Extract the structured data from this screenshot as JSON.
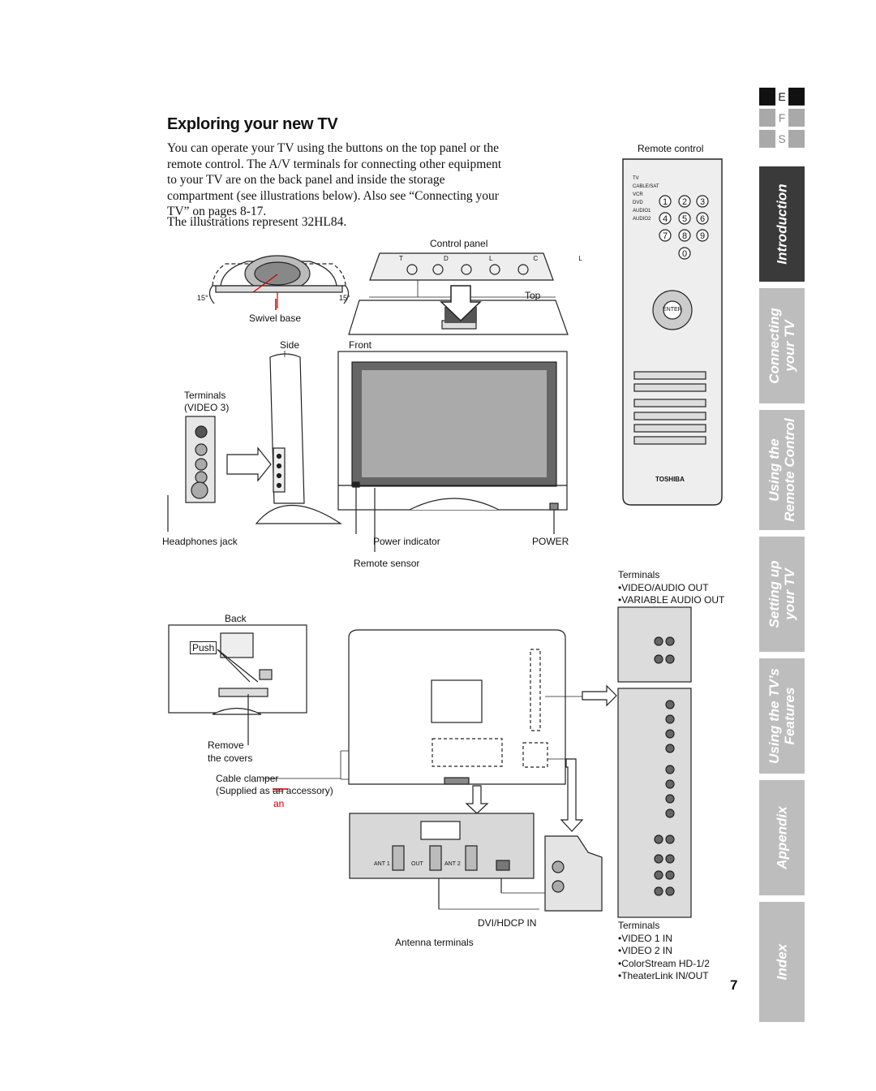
{
  "page": {
    "title": "Exploring your new TV",
    "intro": "You can operate your TV using the buttons on the top panel or the remote control. The A/V terminals for connecting other equipment to your TV are on the back panel and inside the storage compartment (see illustrations below). Also see “Connecting your TV” on pages 8-17.",
    "represent": "The illustrations represent 32HL84.",
    "page_number": "7"
  },
  "lang_tabs": [
    {
      "letter": "E",
      "active": true
    },
    {
      "letter": "F",
      "active": false
    },
    {
      "letter": "S",
      "active": false
    }
  ],
  "side_tabs": [
    {
      "line1": "Introduction",
      "line2": "",
      "active": true
    },
    {
      "line1": "Connecting",
      "line2": "your TV",
      "active": false
    },
    {
      "line1": "Using the",
      "line2": "Remote Control",
      "active": false
    },
    {
      "line1": "Setting up",
      "line2": "your TV",
      "active": false
    },
    {
      "line1": "Using the TV’s",
      "line2": "Features",
      "active": false
    },
    {
      "line1": "Appendix",
      "line2": "",
      "active": false
    },
    {
      "line1": "Index",
      "line2": "",
      "active": false
    }
  ],
  "labels": {
    "control_panel": "Control panel",
    "control_panel_keys": "T D L C L",
    "top": "Top",
    "swivel_base": "Swivel base",
    "angle": "15°",
    "side": "Side",
    "front": "Front",
    "terminals_video3_1": "Terminals",
    "terminals_video3_2": "(VIDEO 3)",
    "headphones_jack": "Headphones jack",
    "power_indicator": "Power indicator",
    "power": "POWER",
    "remote_sensor": "Remote sensor",
    "remote_control": "Remote control",
    "back": "Back",
    "push": "Push",
    "remove_1": "Remove",
    "remove_2": "the covers",
    "cable_clamper": "Cable clamper",
    "supplied_pre": "(Supplied as",
    "supplied_strike": "an",
    "supplied_post": "accessory)",
    "supplied_fix": "an",
    "dvi_hdcp_in": "DVI/HDCP IN",
    "antenna_terminals": "Antenna terminals",
    "terminals_top": "Terminals",
    "terminals_bottom": "Terminals",
    "toshiba": "TOSHIBA",
    "enter": "ENTER",
    "ant1": "ANT 1",
    "ant2": "ANT 2",
    "out": "OUT"
  },
  "terminals_top_items": [
    "VIDEO/AUDIO OUT",
    "VARIABLE AUDIO OUT"
  ],
  "terminals_bottom_items": [
    "VIDEO 1 IN",
    "VIDEO 2 IN",
    "ColorStream HD-1/2",
    "TheaterLink IN/OUT"
  ],
  "remote": {
    "modes": [
      "TV",
      "CABLE/SAT",
      "VCR",
      "DVD",
      "AUDIO1",
      "AUDIO2"
    ],
    "digits": [
      "1",
      "2",
      "3",
      "4",
      "5",
      "6",
      "7",
      "8",
      "9",
      "0"
    ]
  }
}
